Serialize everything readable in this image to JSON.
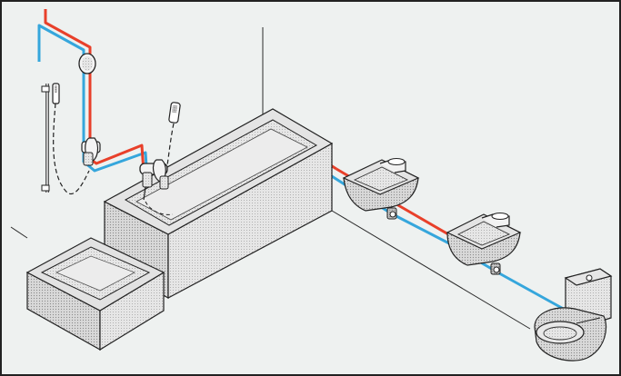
{
  "diagram": {
    "colors": {
      "background": "#eef1f0",
      "frame": "#222222",
      "hot_pipe": "#e8402a",
      "cold_pipe": "#35a6dc",
      "fixture_fill": "#dcdcdc",
      "fixture_stroke": "#2a2a2a",
      "dot_texture": "#8a8a8a"
    },
    "pipes": [
      {
        "name": "hot-water",
        "color": "hot_pipe"
      },
      {
        "name": "cold-water",
        "color": "cold_pipe"
      }
    ],
    "fixtures": [
      {
        "name": "shower-head",
        "icon": "round-shower-head"
      },
      {
        "name": "shower-rail",
        "icon": "slide-rail-with-hand-shower"
      },
      {
        "name": "shower-mixer",
        "icon": "wall-mixer-tap"
      },
      {
        "name": "bathtub",
        "icon": "rectangular-tub"
      },
      {
        "name": "bath-mixer",
        "icon": "bath-shower-mixer"
      },
      {
        "name": "shower-tray",
        "icon": "square-shower-tray"
      },
      {
        "name": "washbasin-1",
        "icon": "wall-basin-with-tap"
      },
      {
        "name": "washbasin-2",
        "icon": "wall-basin-with-tap"
      },
      {
        "name": "toilet",
        "icon": "wall-toilet-with-cistern"
      }
    ]
  }
}
